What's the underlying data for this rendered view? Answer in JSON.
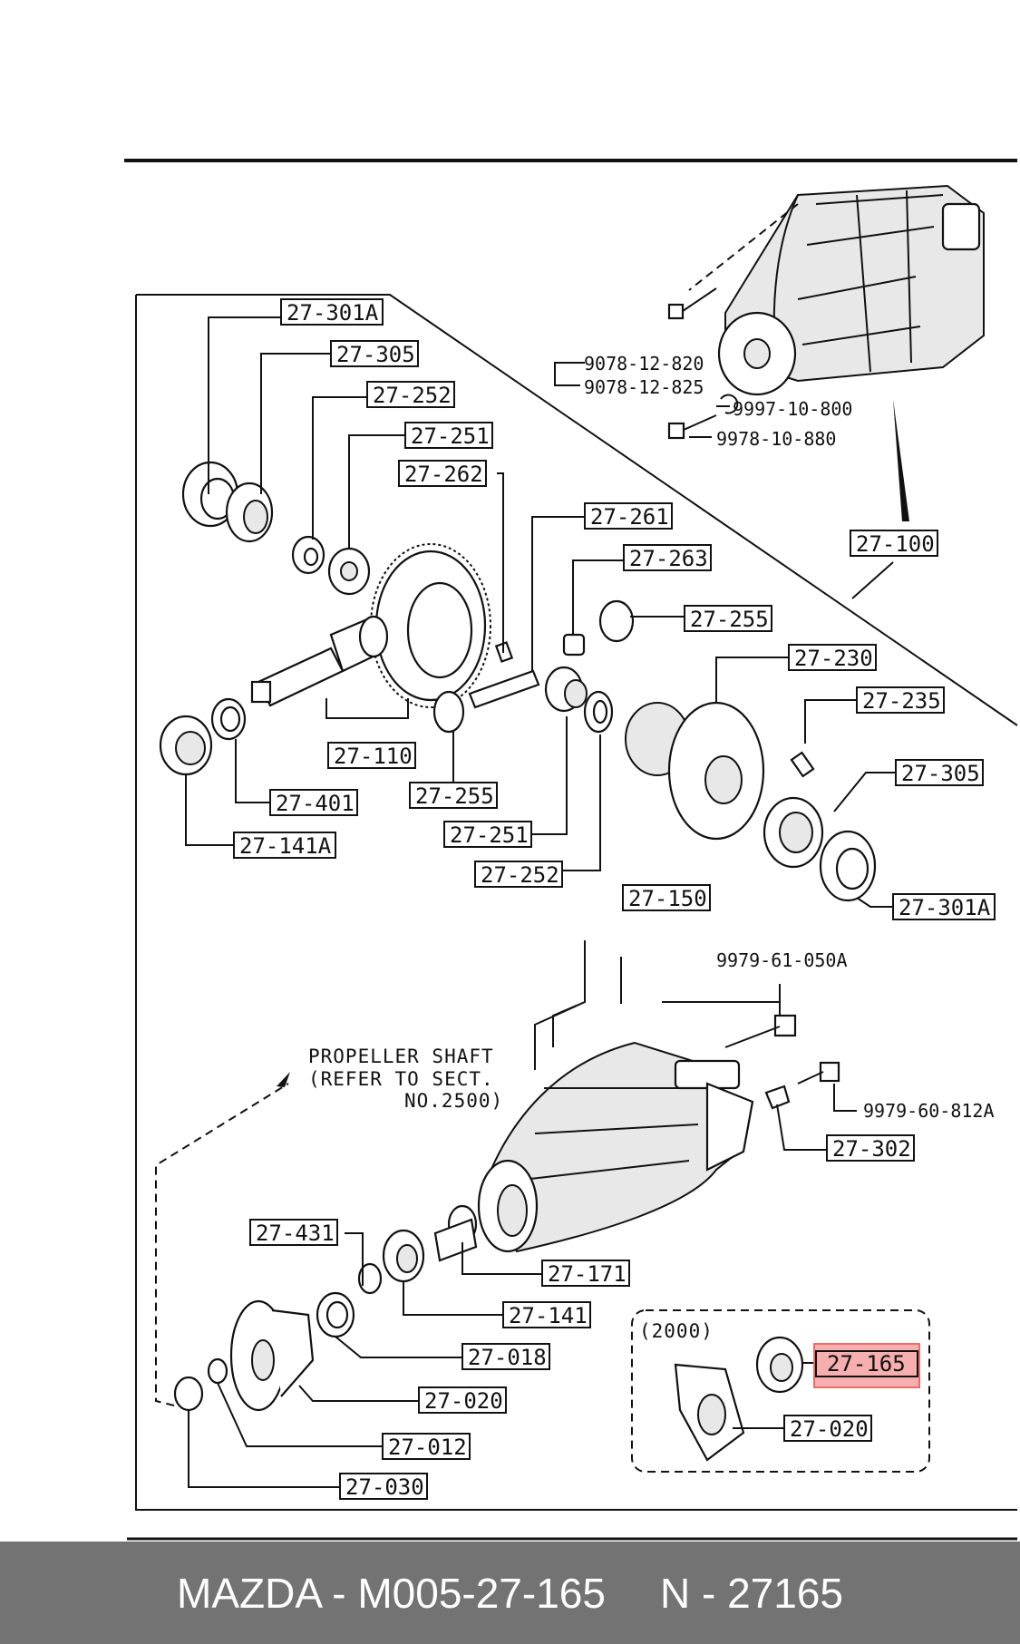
{
  "labels": {
    "l1": "27-301A",
    "l2": "27-305",
    "l3": "27-252",
    "l4": "27-251",
    "l5": "27-262",
    "l6": "27-261",
    "l7": "27-263",
    "l8": "27-255",
    "l9": "27-230",
    "l10": "27-235",
    "l11": "27-305",
    "l12": "27-301A",
    "l13": "27-100",
    "l14": "27-110",
    "l15": "27-255",
    "l16": "27-401",
    "l17": "27-141A",
    "l18": "27-251",
    "l19": "27-252",
    "l20": "27-150",
    "l21": "27-302",
    "l22": "27-431",
    "l23": "27-171",
    "l24": "27-141",
    "l25": "27-018",
    "l26": "27-020",
    "l27": "27-012",
    "l28": "27-030",
    "l29": "27-165",
    "l30": "27-020"
  },
  "bolt_numbers": {
    "b1": "9078-12-820",
    "b2": "9078-12-825",
    "b3": "9997-10-800",
    "b4": "9978-10-880",
    "b5": "9979-61-050A",
    "b6": "9979-60-812A"
  },
  "notes": {
    "propeller_line1": "PROPELLER SHAFT",
    "propeller_line2": "(REFER TO SECT.",
    "propeller_line3": "NO.2500)",
    "variant": "(2000)"
  },
  "highlight_color": "#ee6b6b",
  "footer": {
    "part_text": "MAZDA - M005-27-165",
    "number_text": "N - 27165"
  }
}
